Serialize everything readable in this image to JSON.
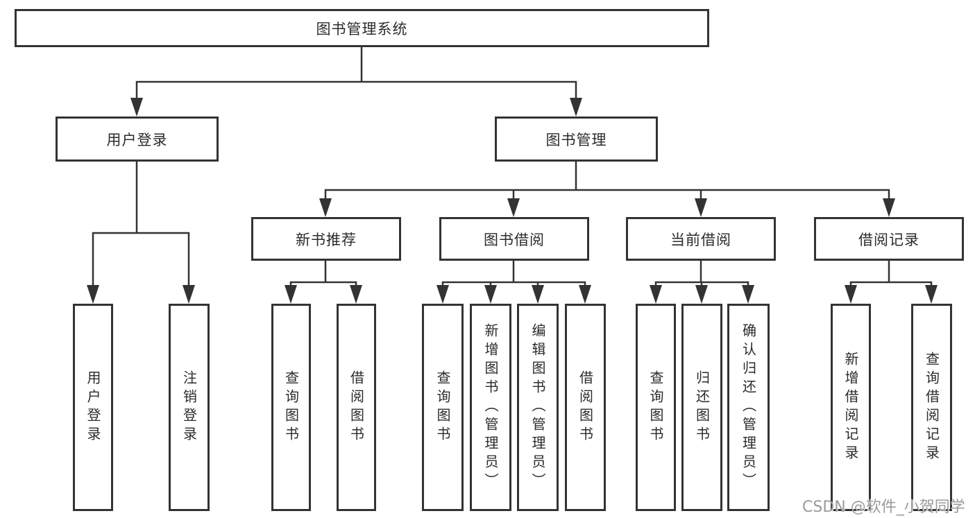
{
  "diagram_title": "图书管理系统",
  "nodes": {
    "root": "图书管理系统",
    "user_login": "用户登录",
    "book_mgmt": "图书管理",
    "new_book_rec": "新书推荐",
    "book_borrow": "图书借阅",
    "current_borrow": "当前借阅",
    "borrow_records": "借阅记录",
    "ul_user_login": "用户登录",
    "ul_logout": "注销登录",
    "nbr_query_book": "查询图书",
    "nbr_borrow_book": "借阅图书",
    "bb_query_book": "查询图书",
    "bb_add_book": "新增图书（管理员）",
    "bb_edit_book": "编辑图书（管理员）",
    "bb_borrow_book": "借阅图书",
    "cb_query_book": "查询图书",
    "cb_return_book": "归还图书",
    "cb_confirm_return": "确认归还（管理员）",
    "br_add_record": "新增借阅记录",
    "br_query_record": "查询借阅记录"
  },
  "hierarchy": {
    "图书管理系统": {
      "用户登录": [
        "用户登录",
        "注销登录"
      ],
      "图书管理": {
        "新书推荐": [
          "查询图书",
          "借阅图书"
        ],
        "图书借阅": [
          "查询图书",
          "新增图书（管理员）",
          "编辑图书（管理员）",
          "借阅图书"
        ],
        "当前借阅": [
          "查询图书",
          "归还图书",
          "确认归还（管理员）"
        ],
        "借阅记录": [
          "新增借阅记录",
          "查询借阅记录"
        ]
      }
    }
  },
  "colors": {
    "line": "#333333",
    "border": "#333333",
    "text": "#2b2b2b",
    "background": "#ffffff",
    "watermark": "#9a9a9a"
  },
  "watermark": "CSDN @软件_小贺同学"
}
